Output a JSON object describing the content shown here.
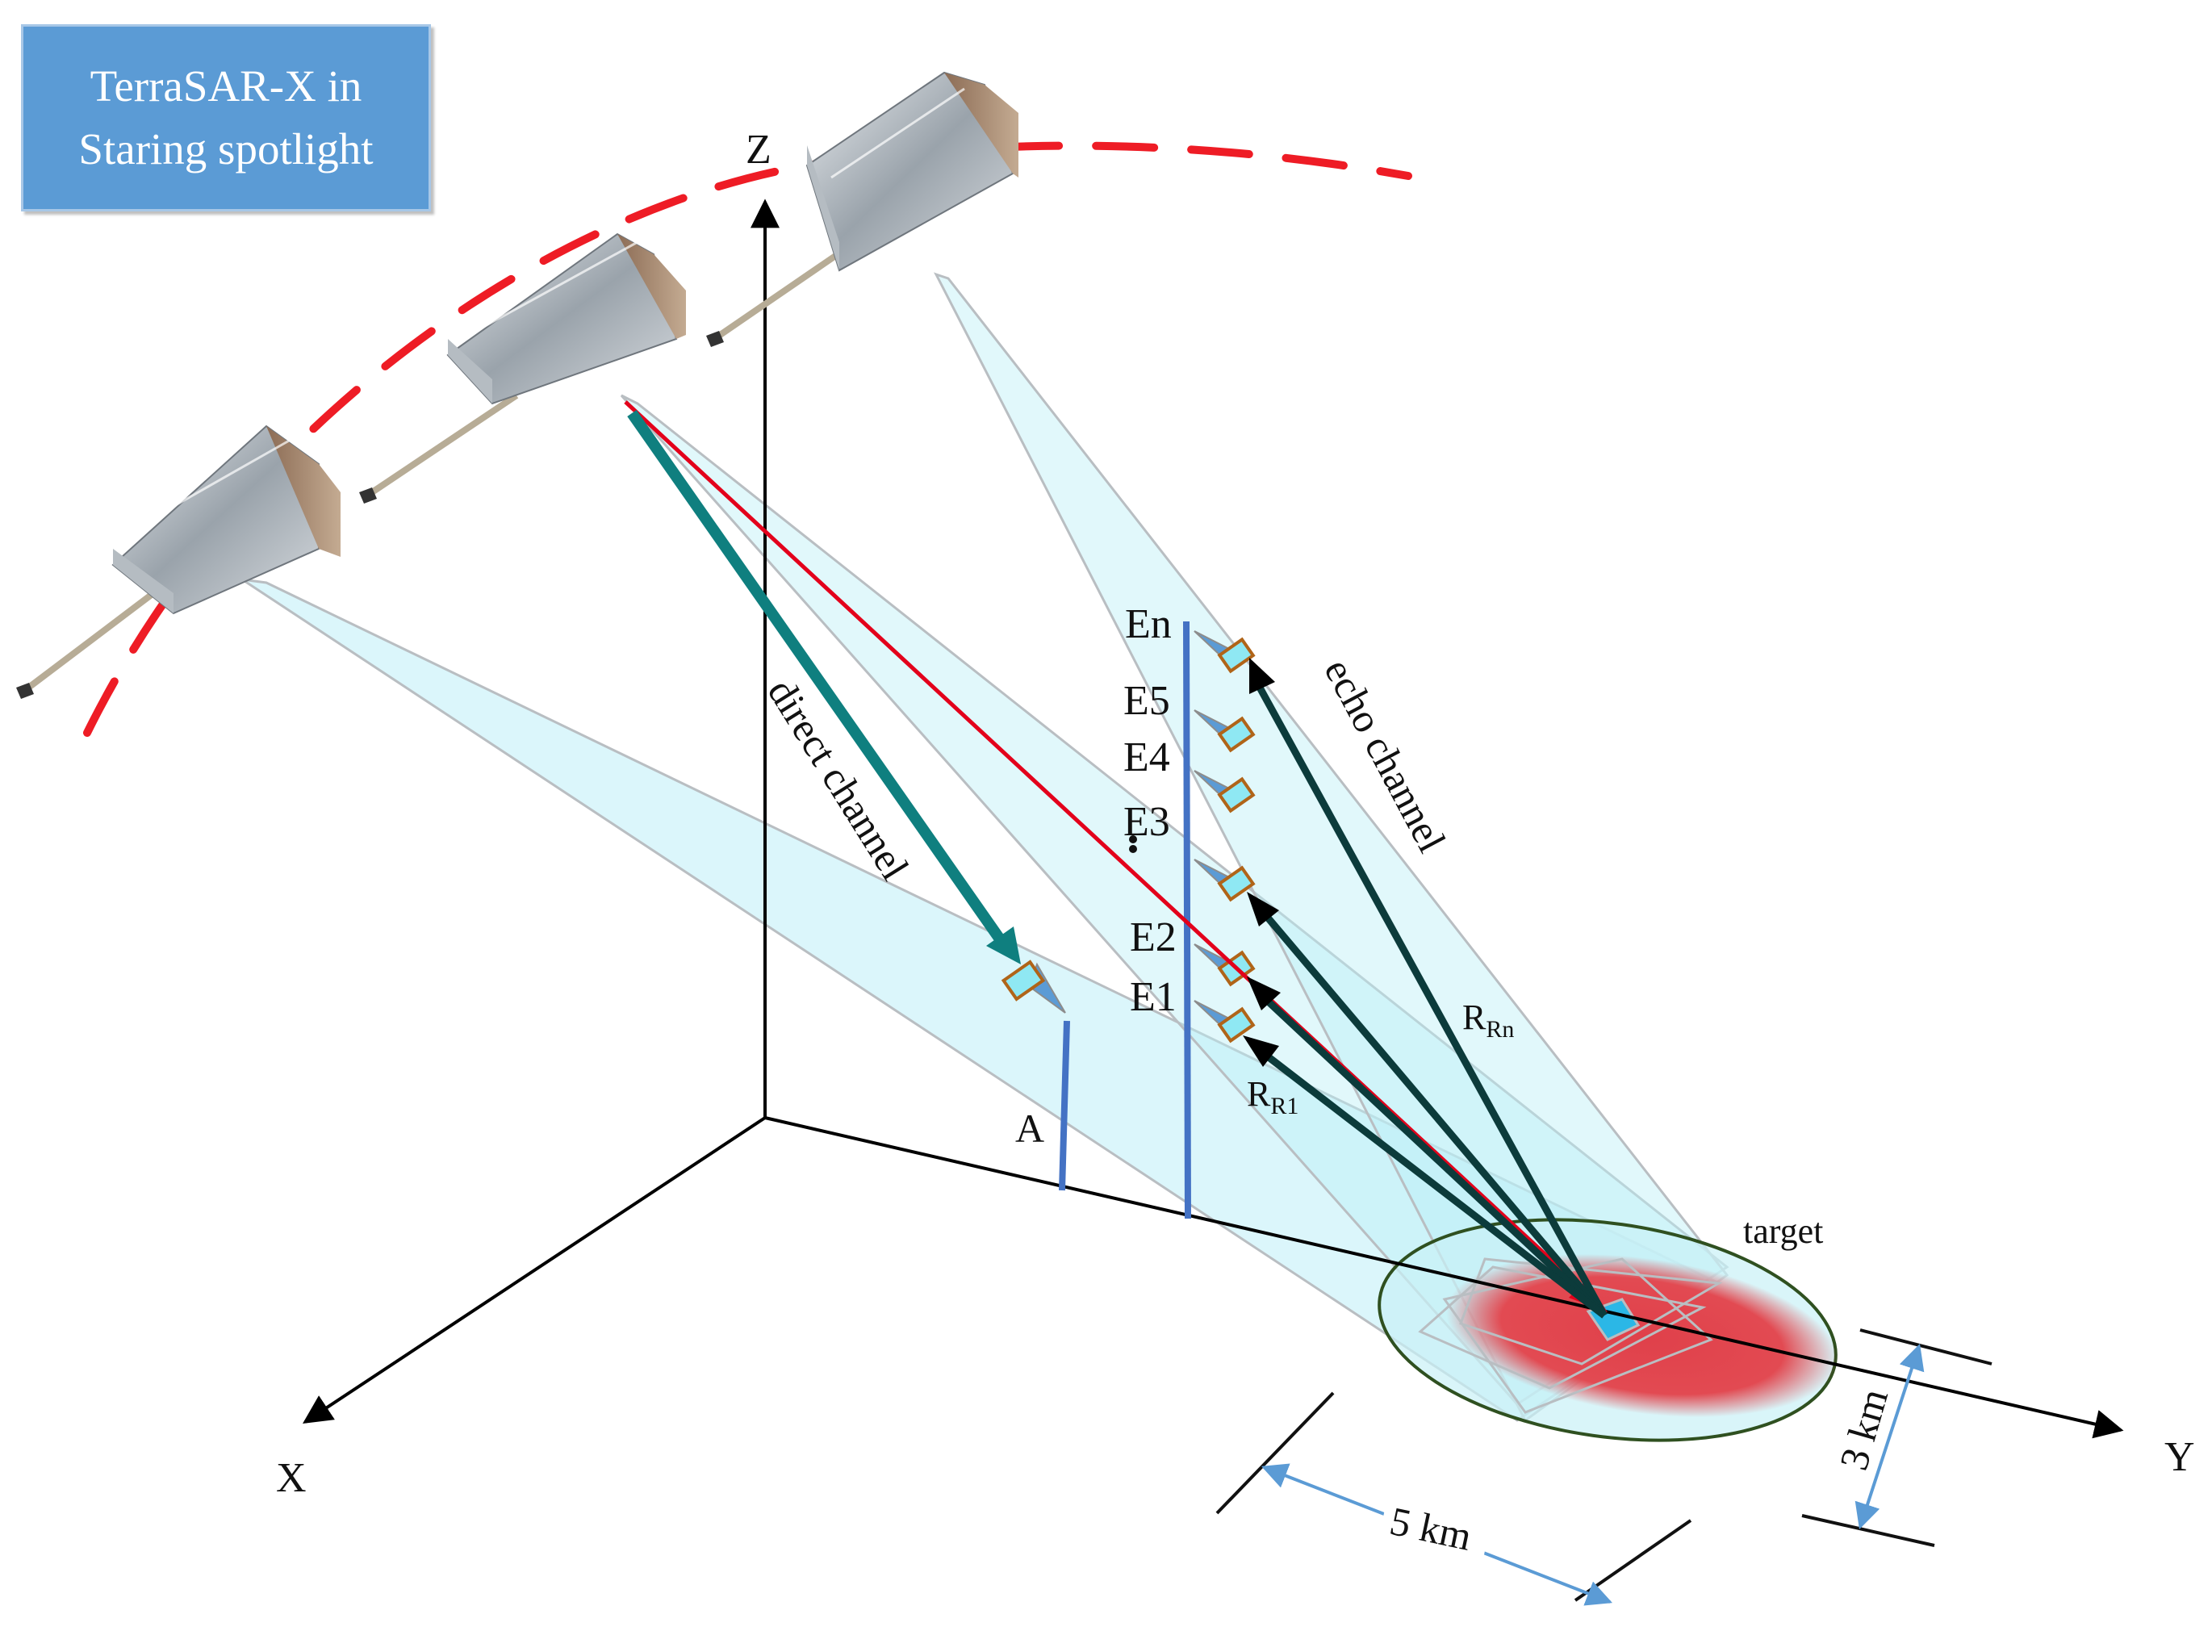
{
  "title": {
    "line1": "TerraSAR-X in",
    "line2": "Staring spotlight"
  },
  "axes": {
    "x": "X",
    "y": "Y",
    "z": "Z"
  },
  "labels": {
    "direct_channel": "direct channel",
    "echo_channel": "echo channel",
    "target": "target",
    "receiver_a": "A",
    "receivers": [
      "En",
      "E5",
      "E4",
      "E3",
      "E2",
      "E1"
    ],
    "range_rn_base": "R",
    "range_rn_sub": "Rn",
    "range_r1_base": "R",
    "range_r1_sub": "R1",
    "dim_length": "5 km",
    "dim_width": "3 km"
  },
  "colors": {
    "orbit": "#ee1c25",
    "direct_arrow": "#0f7f7f",
    "echo_arrow": "#0c3b3b",
    "red_ray": "#e3001b",
    "beam_fill": "#bdeff7",
    "receiver_pole": "#4472c4",
    "title_box": "#5b9bd5",
    "target_patch": "#e0404a",
    "footprint_outline": "#2f5020"
  }
}
